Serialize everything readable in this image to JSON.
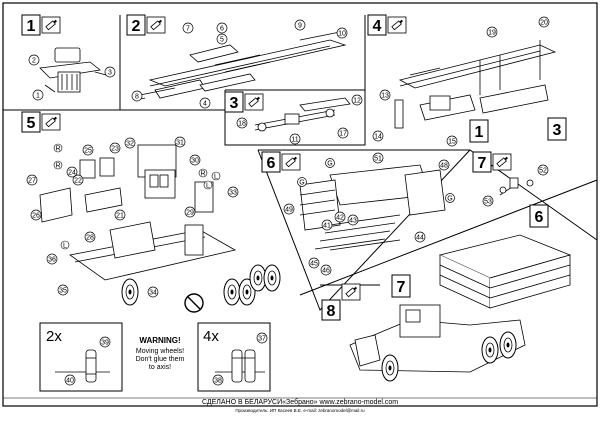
{
  "steps": {
    "s1": "1",
    "s2": "2",
    "s3": "3",
    "s4": "4",
    "s5": "5",
    "s6": "6",
    "s7": "7",
    "s8": "8"
  },
  "callouts": {
    "step1": [
      "1",
      "2",
      "3"
    ],
    "step2": [
      "4",
      "5",
      "6",
      "7",
      "8",
      "9",
      "10"
    ],
    "step3": [
      "11",
      "12",
      "17",
      "18"
    ],
    "step4": [
      "13",
      "14",
      "15",
      "19",
      "20"
    ],
    "step4_refs": [
      "1",
      "3"
    ],
    "step5": [
      "21",
      "22",
      "23",
      "24",
      "25",
      "26",
      "27",
      "28",
      "29",
      "30",
      "31",
      "32",
      "33",
      "34",
      "35",
      "36"
    ],
    "step5_flags": [
      "R",
      "R",
      "L",
      "R",
      "L",
      "L"
    ],
    "step6": [
      "41",
      "42",
      "43",
      "44",
      "45",
      "46",
      "48",
      "49",
      "51"
    ],
    "step6_flags": [
      "G",
      "G",
      "G"
    ],
    "step7": [
      "52",
      "53"
    ],
    "step8_refs": [
      "6",
      "7"
    ],
    "wheels_left": [
      "39",
      "40"
    ],
    "wheels_right": [
      "37",
      "38"
    ]
  },
  "warning": {
    "title": "WARNING!",
    "line1": "Moving wheels!",
    "line2": "Don't glue them",
    "line3": "to axis!"
  },
  "multipliers": {
    "left": "2x",
    "right": "4x"
  },
  "footer": {
    "main": "СДЕЛАНО В БЕЛАРУСИ«Зебрано» www.zebrano-model.com",
    "sub": "Производитель: ИП Касеев В.Е. e-mail: zebranomodel@mail.ru"
  },
  "icons": [
    "glue-tube-icon",
    "no-symbol-icon",
    "wheel-icon"
  ],
  "colors": {
    "ink": "#000000",
    "paper": "#ffffff"
  }
}
